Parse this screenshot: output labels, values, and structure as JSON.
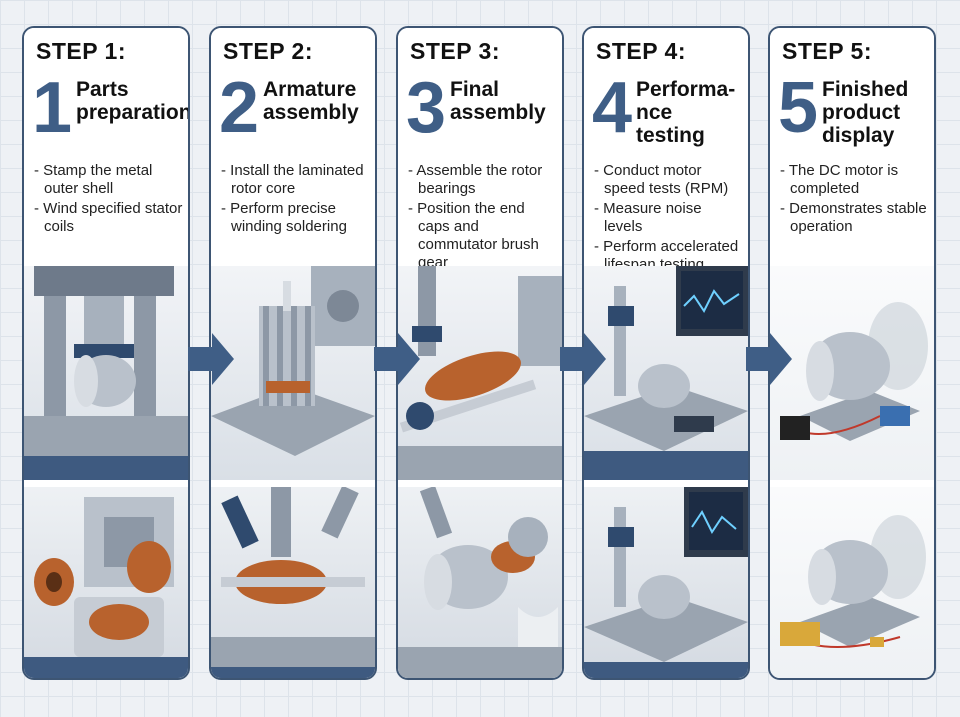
{
  "steps": [
    {
      "step": "STEP 1:",
      "num": "1",
      "title": "Parts preparation",
      "bullets": [
        "- Stamp the metal outer shell",
        "- Wind specified stator coils"
      ]
    },
    {
      "step": "STEP 2:",
      "num": "2",
      "title": "Armature assembly",
      "bullets": [
        "- Install the laminated rotor core",
        "- Perform precise winding soldering"
      ]
    },
    {
      "step": "STEP 3:",
      "num": "3",
      "title": "Final assembly",
      "bullets": [
        "- Assemble the rotor bearings",
        "- Position the end caps and commutator brush gear"
      ]
    },
    {
      "step": "STEP 4:",
      "num": "4",
      "title": "Performa-nce testing",
      "bullets": [
        "- Conduct motor speed tests (RPM)",
        "- Measure noise levels",
        "- Perform accelerated lifespan testing"
      ]
    },
    {
      "step": "STEP 5:",
      "num": "5",
      "title": "Finished product display",
      "bullets": [
        "- The DC motor is completed",
        "- Demonstrates stable operation"
      ]
    }
  ],
  "colors": {
    "accent": "#3f5e86",
    "border": "#3d5573",
    "copper": "#b8622d",
    "arrow": "#3f5e86"
  },
  "icons": [
    "step-arrow-icon"
  ]
}
